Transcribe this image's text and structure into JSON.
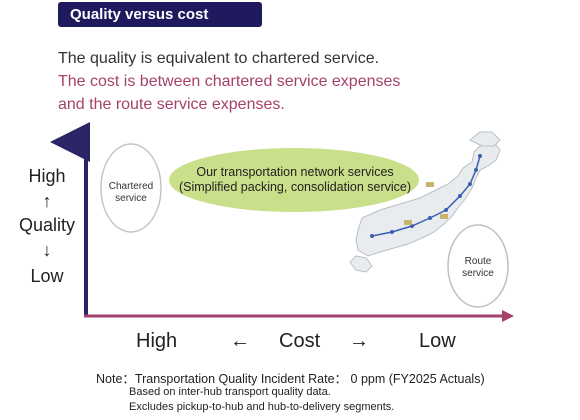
{
  "header": {
    "title": "Quality versus cost"
  },
  "intro": {
    "line1": "The quality is equivalent to chartered service.",
    "line2": "The cost is between chartered service expenses",
    "line3": "and the route service expenses."
  },
  "axes": {
    "y_high": "High",
    "y_arrow_up": "↑",
    "y_quality": "Quality",
    "y_arrow_down": "↓",
    "y_low": "Low",
    "x_high": "High",
    "x_arrow_left": "←",
    "x_cost": "Cost",
    "x_arrow_right": "→",
    "x_low": "Low"
  },
  "nodes": {
    "chartered_line1": "Chartered",
    "chartered_line2": "service",
    "network_line1": "Our transportation network services",
    "network_line2": "(Simplified packing, consolidation service)",
    "route_line1": "Route",
    "route_line2": "service"
  },
  "note": {
    "main": "Note：Transportation Quality Incident Rate： 0 ppm (FY2025 Actuals)",
    "sub1": "Based on inter-hub transport quality data.",
    "sub2": "Excludes pickup-to-hub and hub-to-delivery segments."
  },
  "colors": {
    "banner": "#1f1a5e",
    "accent_text": "#a5426b",
    "axis": "#2b2466",
    "axis_x": "#a5426b",
    "network_fill": "#c9df8a"
  }
}
